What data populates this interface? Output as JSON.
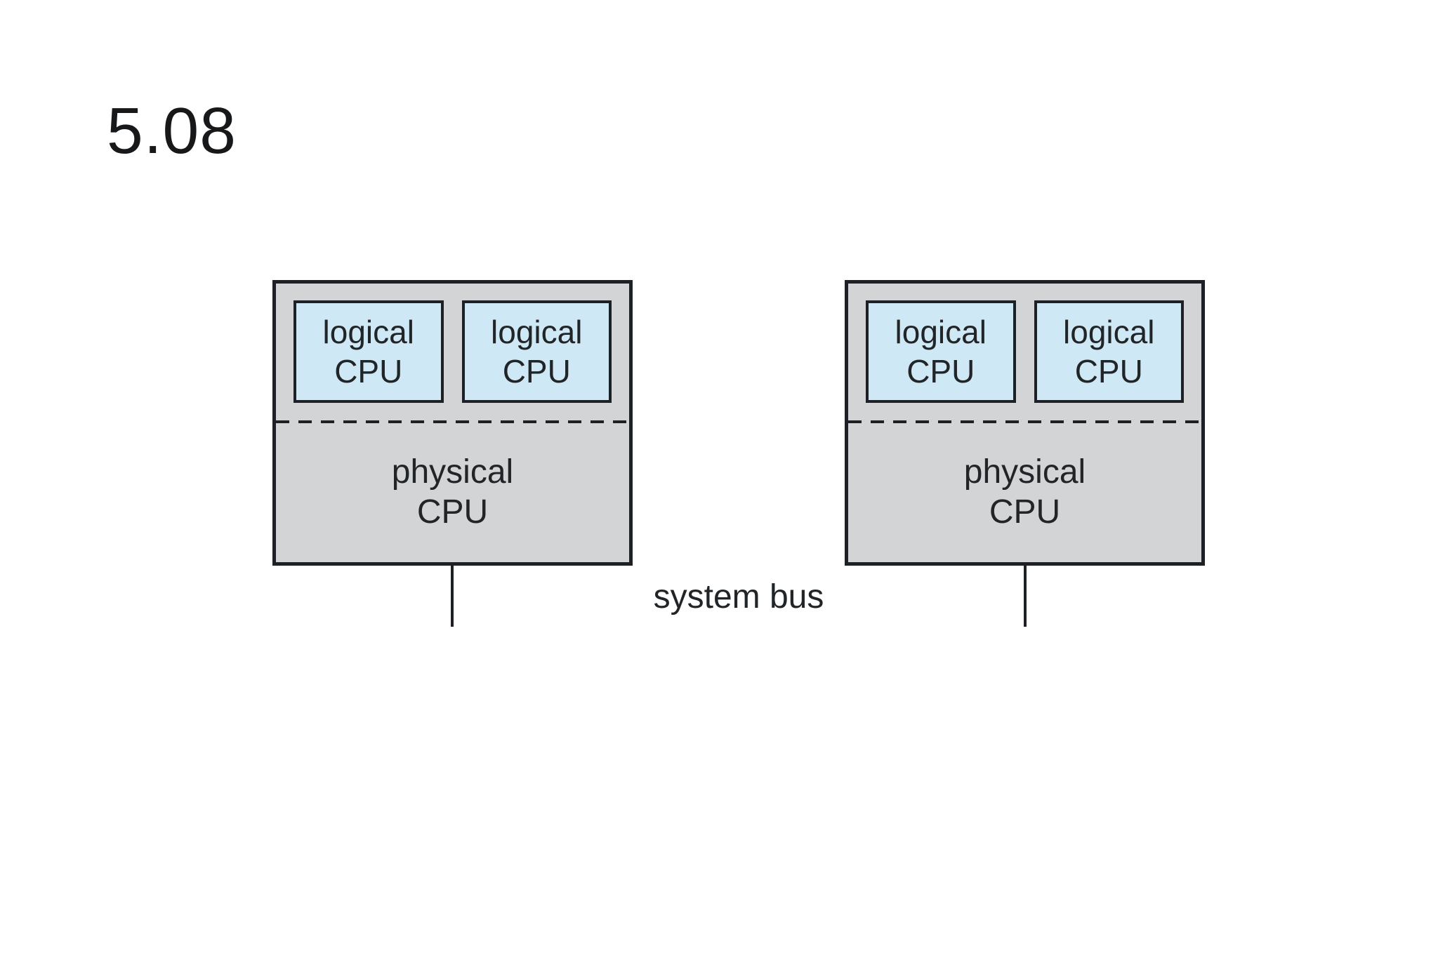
{
  "slide": {
    "number": "5.08"
  },
  "figure": {
    "bus_label": "system bus",
    "packages": [
      {
        "id": "left",
        "logical_cpus": [
          {
            "line1": "logical",
            "line2": "CPU"
          },
          {
            "line1": "logical",
            "line2": "CPU"
          }
        ],
        "physical": {
          "line1": "physical",
          "line2": "CPU"
        }
      },
      {
        "id": "right",
        "logical_cpus": [
          {
            "line1": "logical",
            "line2": "CPU"
          },
          {
            "line1": "logical",
            "line2": "CPU"
          }
        ],
        "physical": {
          "line1": "physical",
          "line2": "CPU"
        }
      }
    ],
    "colors": {
      "package_fill": "#d3d4d6",
      "logical_fill": "#cfe8f6",
      "line": "#1d2125"
    }
  }
}
